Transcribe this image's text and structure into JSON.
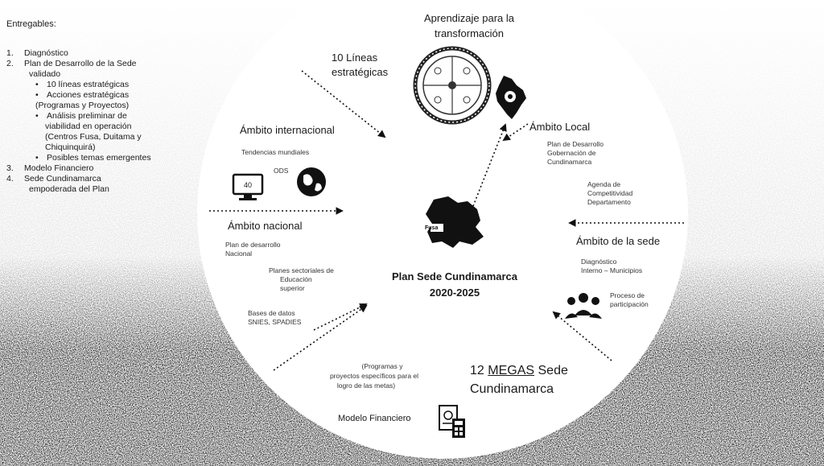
{
  "deliverables": {
    "heading": "Entregables:",
    "items": [
      {
        "num": "1.",
        "text": "Diagnóstico"
      },
      {
        "num": "2.",
        "text": "Plan de Desarrollo de la Sede"
      },
      {
        "num": "",
        "text": "validado"
      },
      {
        "num": "•",
        "text": "10 líneas estratégicas"
      },
      {
        "num": "•",
        "text": "Acciones estratégicas"
      },
      {
        "num": "",
        "text": "(Programas y Proyectos)"
      },
      {
        "num": "•",
        "text": "Análisis preliminar de"
      },
      {
        "num": "",
        "text": "viabilidad en operación"
      },
      {
        "num": "",
        "text": "(Centros Fusa, Duitama y"
      },
      {
        "num": "",
        "text": "Chiquinquirá)"
      },
      {
        "num": "•",
        "text": "Posibles temas emergentes"
      },
      {
        "num": "3.",
        "text": "Modelo Financiero"
      },
      {
        "num": "4.",
        "text": "Sede Cundinamarca"
      },
      {
        "num": "",
        "text": "empoderada del Plan"
      }
    ]
  },
  "top": {
    "title_line1": "Aprendizaje para la",
    "title_line2": "transformación",
    "lines_line1": "10 Líneas",
    "lines_line2": "estratégicas"
  },
  "international": {
    "title": "Ámbito internacional",
    "sub1": "Tendencias mundiales",
    "sub2": "ODS",
    "monitor_text": "40"
  },
  "national": {
    "title": "Ámbito nacional",
    "pnd_1": "Plan de desarrollo",
    "pnd_2": "Nacional",
    "sect_1": "Planes sectoriales de",
    "sect_2": "Educación",
    "sect_3": "superior",
    "bases_1": "Bases de datos",
    "bases_2": "SNIES, SPADIES"
  },
  "local": {
    "title": "Ámbito Local",
    "pd_1": "Plan de Desarrollo",
    "pd_2": "Gobernación de",
    "pd_3": "Cundinamarca",
    "ag_1": "Agenda de",
    "ag_2": "Competitividad",
    "ag_3": "Departamento"
  },
  "sede": {
    "title": "Ámbito de la sede",
    "diag_1": "Diagnóstico",
    "diag_2": "Interno – Municipios",
    "proc_1": "Proceso de",
    "proc_2": "participación"
  },
  "center": {
    "line1": "Plan Sede Cundinamarca",
    "line2": "2020-2025",
    "map_label": "Fusa"
  },
  "bottom": {
    "programs_1": "(Programas y",
    "programs_2": "proyectos específicos para el",
    "programs_3": "logro de las metas)",
    "megas_prefix": "12",
    "megas_word": "MEGAS",
    "megas_suffix": "Sede",
    "megas_line2": "Cundinamarca",
    "financial": "Modelo Financiero"
  }
}
